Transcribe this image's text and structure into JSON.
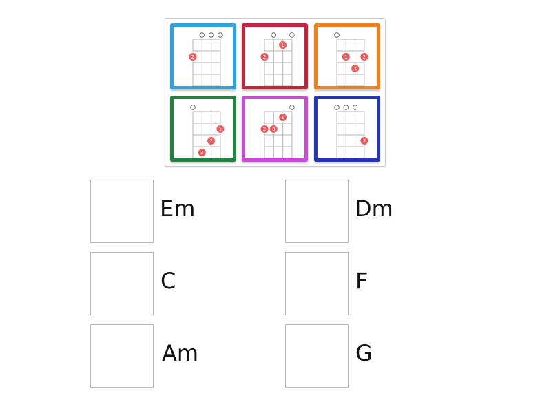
{
  "tiles": [
    {
      "name": "tile-chord-1",
      "border": "#2fa3e0",
      "open": [
        1,
        2,
        3
      ],
      "dots": [
        {
          "string": 0,
          "fret": 2,
          "finger": "2"
        }
      ]
    },
    {
      "name": "tile-chord-2",
      "border": "#c8213a",
      "open": [
        1,
        3
      ],
      "dots": [
        {
          "string": 2,
          "fret": 1,
          "finger": "1"
        },
        {
          "string": 0,
          "fret": 2,
          "finger": "2"
        }
      ]
    },
    {
      "name": "tile-chord-3",
      "border": "#f0821e",
      "open": [
        0
      ],
      "dots": [
        {
          "string": 1,
          "fret": 2,
          "finger": "1"
        },
        {
          "string": 3,
          "fret": 2,
          "finger": "2"
        },
        {
          "string": 2,
          "fret": 3,
          "finger": "3"
        }
      ]
    },
    {
      "name": "tile-chord-4",
      "border": "#22823e",
      "open": [
        0
      ],
      "dots": [
        {
          "string": 3,
          "fret": 2,
          "finger": "1"
        },
        {
          "string": 2,
          "fret": 3,
          "finger": "2"
        },
        {
          "string": 1,
          "fret": 4,
          "finger": "3"
        }
      ]
    },
    {
      "name": "tile-chord-5",
      "border": "#c84bd6",
      "open": [
        3
      ],
      "dots": [
        {
          "string": 2,
          "fret": 1,
          "finger": "1"
        },
        {
          "string": 0,
          "fret": 2,
          "finger": "2"
        },
        {
          "string": 1,
          "fret": 2,
          "finger": "3"
        }
      ]
    },
    {
      "name": "tile-chord-6",
      "border": "#2436b8",
      "open": [
        0,
        1,
        2
      ],
      "dots": [
        {
          "string": 3,
          "fret": 3,
          "finger": "3"
        }
      ]
    }
  ],
  "targets": [
    {
      "label": "Em"
    },
    {
      "label": "Dm"
    },
    {
      "label": "C"
    },
    {
      "label": "F"
    },
    {
      "label": "Am"
    },
    {
      "label": "G"
    }
  ],
  "colors": {
    "dot": "#f05a5a",
    "grid": "#b5b5b5",
    "dot_text": "#ffffff"
  }
}
